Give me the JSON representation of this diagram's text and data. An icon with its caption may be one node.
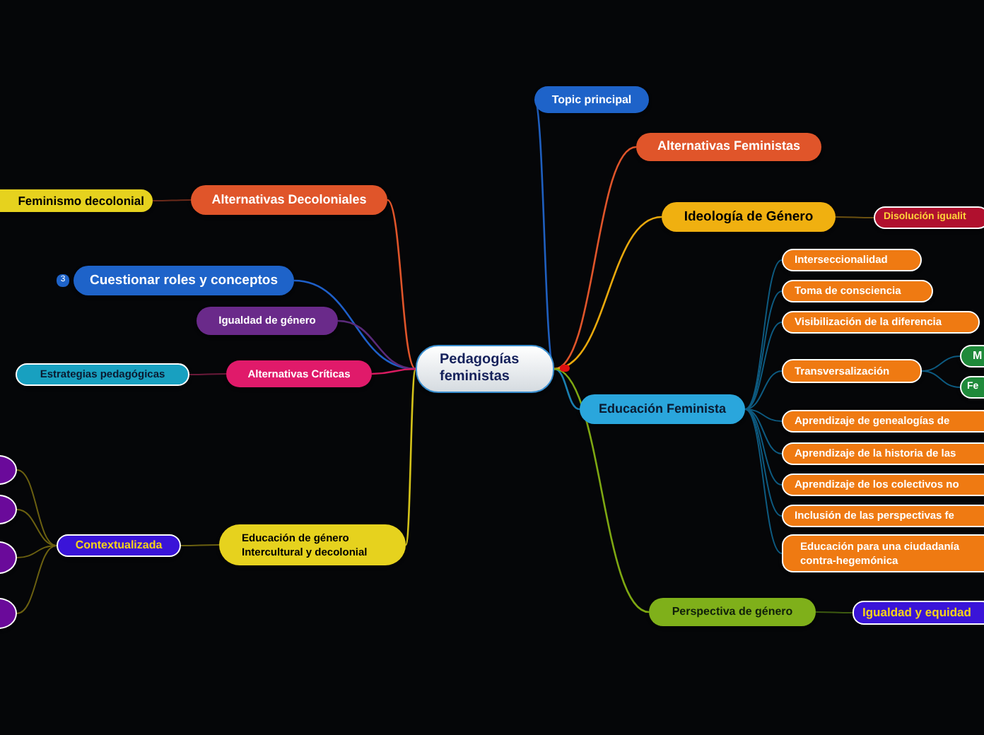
{
  "diagram": {
    "nodes": [
      {
        "text": [
          "Pedagogías feministas"
        ]
      },
      {
        "text": [
          "Topic principal"
        ]
      },
      {
        "text": [
          "Alternativas Feministas"
        ]
      },
      {
        "text": [
          "Ideología de Género"
        ]
      },
      {
        "text": [
          "Disolución igualit"
        ]
      },
      {
        "text": [
          "Educación Feminista"
        ]
      },
      {
        "text": [
          "Interseccionalidad"
        ]
      },
      {
        "text": [
          "Toma de consciencia"
        ]
      },
      {
        "text": [
          "Visibilización de la diferencia"
        ]
      },
      {
        "text": [
          "Transversalización"
        ]
      },
      {
        "text": [
          "M"
        ]
      },
      {
        "text": [
          "Fe"
        ]
      },
      {
        "text": [
          "Aprendizaje de genealogías de"
        ]
      },
      {
        "text": [
          "Aprendizaje de la historia de las"
        ]
      },
      {
        "text": [
          "Aprendizaje de los colectivos no"
        ]
      },
      {
        "text": [
          "Inclusión de las perspectivas fe"
        ]
      },
      {
        "text": [
          "Educación para una ciudadanía contra-hegemónica"
        ]
      },
      {
        "text": [
          "Perspectiva de género"
        ]
      },
      {
        "text": [
          "Igualdad y equidad"
        ]
      },
      {
        "text": [
          "Educación de género Intercultural y decolonial"
        ]
      },
      {
        "text": [
          "Contextualizada"
        ]
      },
      {
        "text": [],
        "shape": "ellipse"
      },
      {
        "text": [],
        "shape": "ellipse"
      },
      {
        "text": [],
        "shape": "ellipse"
      },
      {
        "text": [],
        "shape": "ellipse"
      },
      {
        "text": [
          "Alternativas Decoloniales"
        ]
      },
      {
        "text": [
          "Feminismo decolonial"
        ]
      },
      {
        "text": [
          "Cuestionar  roles y conceptos"
        ],
        "beside": [
          "3"
        ]
      },
      {
        "text": [
          "Igualdad de género"
        ]
      },
      {
        "text": [
          "Alternativas Críticas"
        ]
      },
      {
        "text": [
          "Estrategias pedagógicas"
        ]
      }
    ],
    "edges": [
      {
        "from": 0,
        "to": 1,
        "arrow": "none",
        "color": "#1f5fbf"
      },
      {
        "from": 0,
        "to": 2,
        "arrow": "none",
        "color": "#e0552a"
      },
      {
        "from": 0,
        "to": 3,
        "arrow": "none",
        "color": "#e8a80c"
      },
      {
        "from": 3,
        "to": 4,
        "arrow": "none",
        "color": "#6b5010"
      },
      {
        "from": 0,
        "to": 5,
        "arrow": "none",
        "color": "#1a7fb0"
      },
      {
        "from": 5,
        "to": 6,
        "arrow": "none",
        "color": "#0d5a80"
      },
      {
        "from": 5,
        "to": 7,
        "arrow": "none",
        "color": "#0d5a80"
      },
      {
        "from": 5,
        "to": 8,
        "arrow": "none",
        "color": "#0d5a80"
      },
      {
        "from": 5,
        "to": 9,
        "arrow": "none",
        "color": "#0d5a80"
      },
      {
        "from": 9,
        "to": 10,
        "arrow": "none",
        "color": "#0d5a80"
      },
      {
        "from": 9,
        "to": 11,
        "arrow": "none",
        "color": "#0d5a80"
      },
      {
        "from": 5,
        "to": 12,
        "arrow": "none",
        "color": "#0d5a80"
      },
      {
        "from": 5,
        "to": 13,
        "arrow": "none",
        "color": "#0d5a80"
      },
      {
        "from": 5,
        "to": 14,
        "arrow": "none",
        "color": "#0d5a80"
      },
      {
        "from": 5,
        "to": 15,
        "arrow": "none",
        "color": "#0d5a80"
      },
      {
        "from": 5,
        "to": 16,
        "arrow": "none",
        "color": "#0d5a80"
      },
      {
        "from": 0,
        "to": 17,
        "arrow": "none",
        "color": "#7ea812"
      },
      {
        "from": 17,
        "to": 18,
        "arrow": "none",
        "color": "#3d5a10"
      },
      {
        "from": 0,
        "to": 19,
        "arrow": "none",
        "color": "#d4c21a"
      },
      {
        "from": 19,
        "to": 20,
        "arrow": "none",
        "color": "#6b6010"
      },
      {
        "from": 20,
        "to": 21,
        "arrow": "none",
        "color": "#6b6010"
      },
      {
        "from": 20,
        "to": 22,
        "arrow": "none",
        "color": "#6b6010"
      },
      {
        "from": 20,
        "to": 23,
        "arrow": "none",
        "color": "#6b6010"
      },
      {
        "from": 20,
        "to": 24,
        "arrow": "none",
        "color": "#6b6010"
      },
      {
        "from": 0,
        "to": 25,
        "arrow": "none",
        "color": "#e0552a"
      },
      {
        "from": 25,
        "to": 26,
        "arrow": "none",
        "color": "#6b2a1a"
      },
      {
        "from": 0,
        "to": 27,
        "arrow": "none",
        "color": "#1e5fc8"
      },
      {
        "from": 0,
        "to": 28,
        "arrow": "none",
        "color": "#5a2a7a"
      },
      {
        "from": 0,
        "to": 29,
        "arrow": "none",
        "color": "#d81b60"
      },
      {
        "from": 29,
        "to": 30,
        "arrow": "none",
        "color": "#6b1a3a"
      }
    ]
  }
}
